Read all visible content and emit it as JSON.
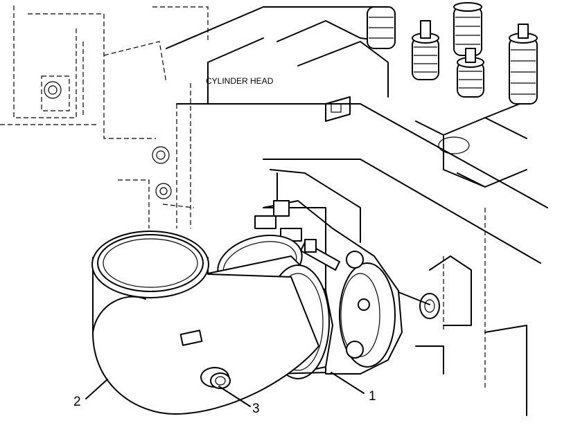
{
  "labels": {
    "region": "CYLINDER HEAD",
    "callout_1": "1",
    "callout_2": "2",
    "callout_3": "3"
  }
}
